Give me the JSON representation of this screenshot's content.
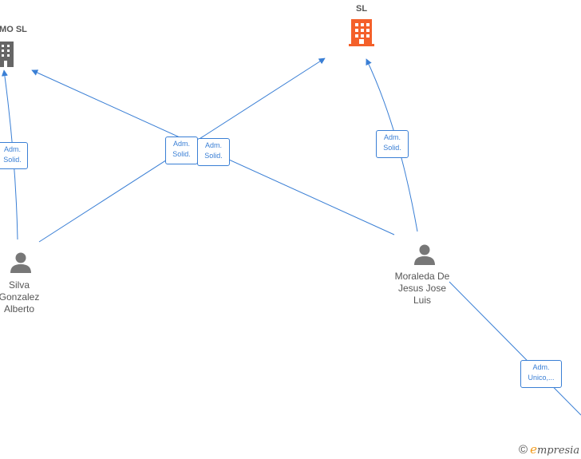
{
  "companies": {
    "left": {
      "name": "IMO SL",
      "color": "#666666"
    },
    "right": {
      "name": "SL",
      "color": "#f4602a"
    }
  },
  "people": {
    "silva": {
      "line1": "Silva",
      "line2": "Gonzalez",
      "line3": "Alberto"
    },
    "moraleda": {
      "line1": "Moraleda De",
      "line2": "Jesus Jose",
      "line3": "Luis"
    }
  },
  "roles": {
    "r1": {
      "line1": "Adm.",
      "line2": "Solid."
    },
    "r2": {
      "line1": "Adm.",
      "line2": "Solid."
    },
    "r3": {
      "line1": "Adm.",
      "line2": "Solid."
    },
    "r4": {
      "line1": "Adm.",
      "line2": "Solid."
    },
    "r5": {
      "line1": "Adm.",
      "line2": "Unico,..."
    }
  },
  "brand": {
    "copyright": "©",
    "initial": "e",
    "rest": "mpresia"
  },
  "colors": {
    "edge": "#3a7fd5",
    "person": "#777777"
  }
}
